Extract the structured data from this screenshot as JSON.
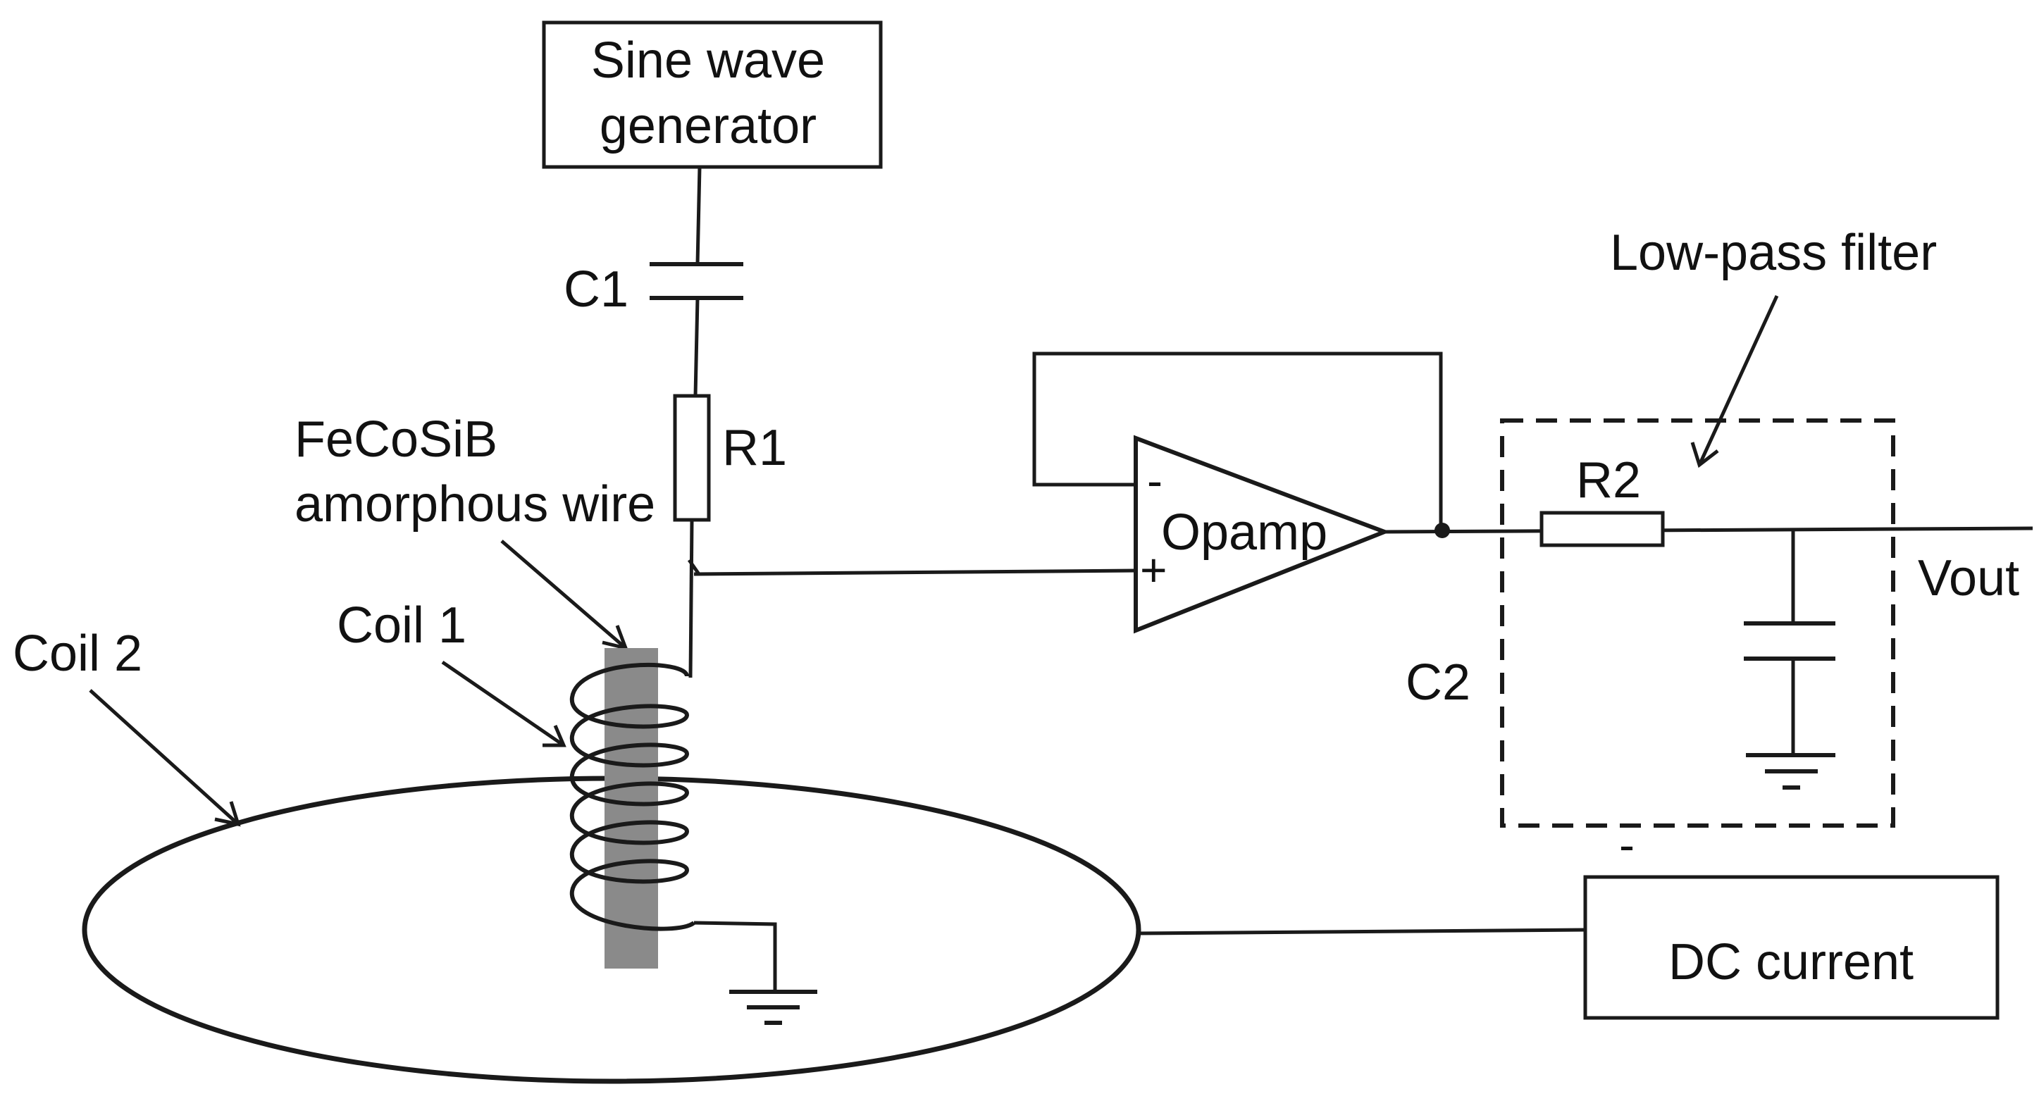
{
  "colors": {
    "line": "#1a1a1a",
    "wire_bar": "#8a8a8a",
    "background": "#ffffff"
  },
  "labels": {
    "sine_gen_line1": "Sine wave",
    "sine_gen_line2": "generator",
    "c1": "C1",
    "r1": "R1",
    "wire_line1": "FeCoSiB",
    "wire_line2": "amorphous wire",
    "coil1": "Coil 1",
    "coil2": "Coil 2",
    "opamp": "Opamp",
    "opamp_minus": "-",
    "opamp_plus": "+",
    "lpf": "Low-pass filter",
    "r2": "R2",
    "c2": "C2",
    "vout": "Vout",
    "dc": "DC current",
    "stray_minus": "-"
  }
}
